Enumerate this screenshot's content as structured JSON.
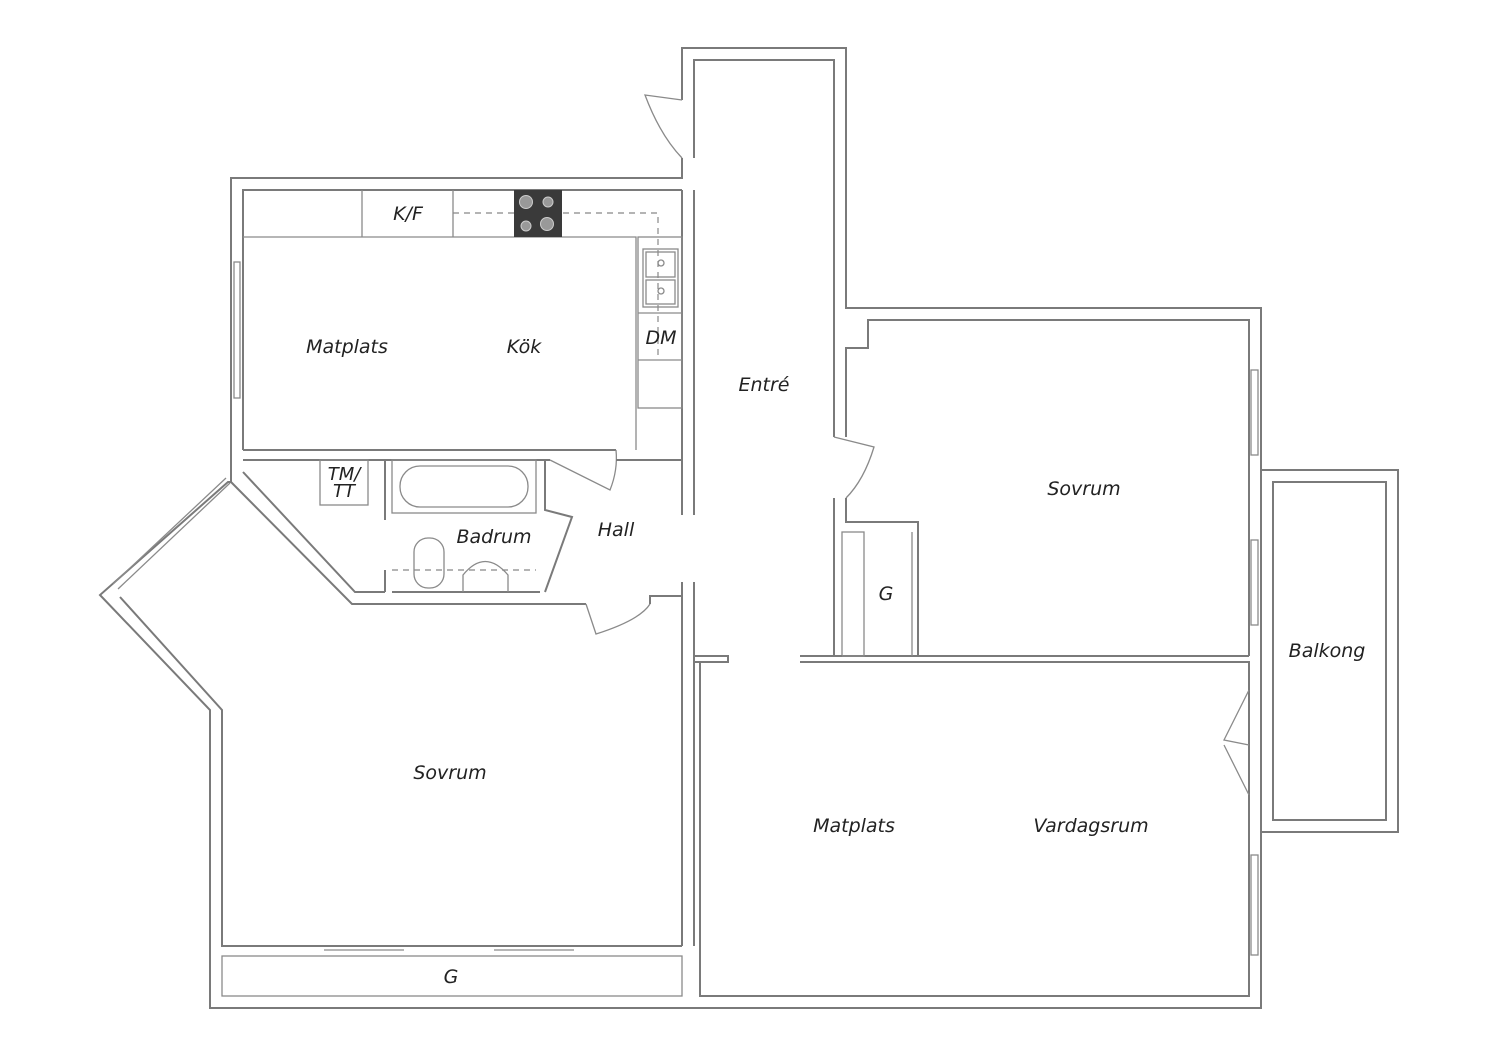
{
  "rooms": {
    "kitchen_dining": "Matplats",
    "kitchen": "Kök",
    "fridge_freezer": "K/F",
    "dishwasher": "DM",
    "washer_dryer_line1": "TM/",
    "washer_dryer_line2": "TT",
    "bathroom": "Badrum",
    "hall": "Hall",
    "entrance": "Entré",
    "bedroom_right": "Sovrum",
    "wardrobe_right": "G",
    "balcony": "Balkong",
    "bedroom_left": "Sovrum",
    "wardrobe_left": "G",
    "living_dining": "Matplats",
    "living_room": "Vardagsrum"
  },
  "colors": {
    "wall": "#7a7a7a",
    "stove": "#3a3a3a"
  }
}
